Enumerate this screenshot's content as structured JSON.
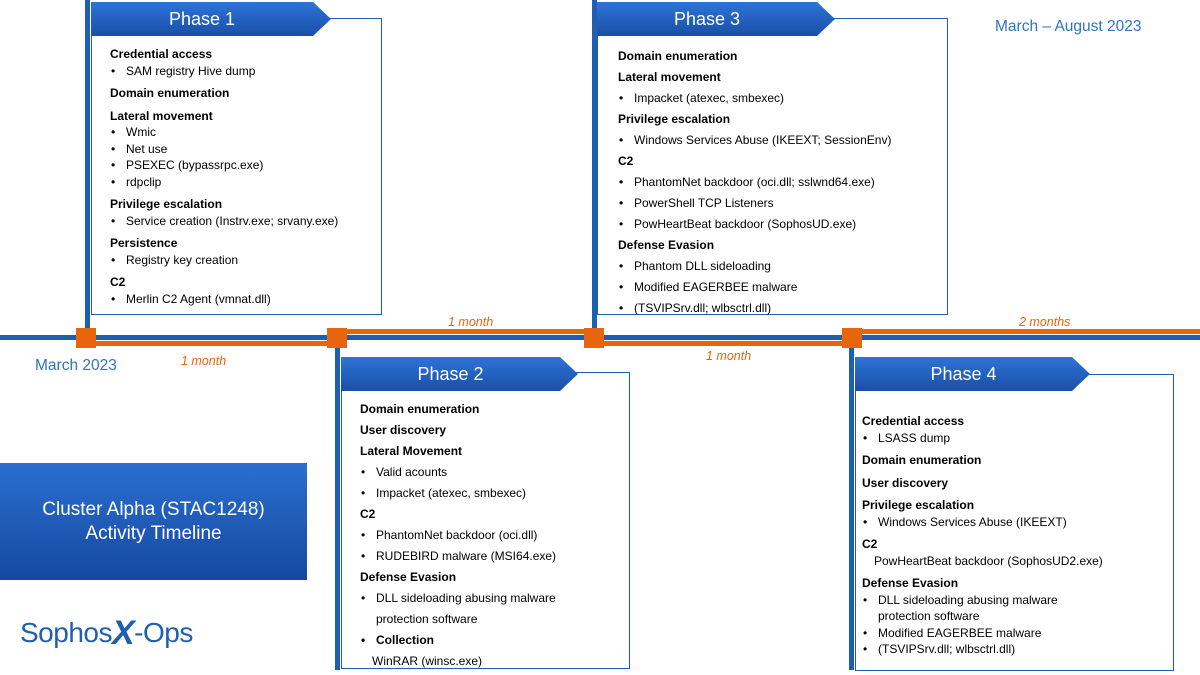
{
  "range_label": "March – August 2023",
  "start_label": "March 2023",
  "title": {
    "line1": "Cluster Alpha (STAC1248)",
    "line2": "Activity Timeline"
  },
  "logo": {
    "left": "Sophos",
    "x": "X",
    "right": "-Ops"
  },
  "durations": [
    "1 month",
    "1 month",
    "1 month",
    "2 months"
  ],
  "colors": {
    "blue": "#1f5fb0",
    "orange": "#e8650e",
    "date_blue": "#2e74c4"
  },
  "phases": [
    {
      "name": "Phase 1",
      "lines": [
        {
          "k": "h",
          "t": "Credential access"
        },
        {
          "k": "b",
          "t": "SAM registry Hive dump"
        },
        {
          "k": "h",
          "t": "Domain enumeration"
        },
        {
          "k": "h",
          "t": "Lateral movement"
        },
        {
          "k": "b",
          "t": "Wmic"
        },
        {
          "k": "b",
          "t": "Net use"
        },
        {
          "k": "b",
          "t": "PSEXEC (bypassrpc.exe)"
        },
        {
          "k": "b",
          "t": "rdpclip"
        },
        {
          "k": "h",
          "t": "Privilege escalation"
        },
        {
          "k": "b",
          "t": "Service creation (Instrv.exe; srvany.exe)"
        },
        {
          "k": "h",
          "t": "Persistence"
        },
        {
          "k": "b",
          "t": "Registry key creation"
        },
        {
          "k": "h",
          "t": "C2"
        },
        {
          "k": "b",
          "t": "Merlin C2 Agent (vmnat.dll)"
        }
      ]
    },
    {
      "name": "Phase 2",
      "lines": [
        {
          "k": "h",
          "t": "Domain enumeration"
        },
        {
          "k": "h",
          "t": "User discovery"
        },
        {
          "k": "h",
          "t": "Lateral Movement"
        },
        {
          "k": "b",
          "t": "Valid acounts"
        },
        {
          "k": "b",
          "t": "Impacket (atexec, smbexec)"
        },
        {
          "k": "h",
          "t": "C2"
        },
        {
          "k": "b",
          "t": "PhantomNet backdoor (oci.dll)"
        },
        {
          "k": "b",
          "t": "RUDEBIRD malware (MSI64.exe)"
        },
        {
          "k": "h",
          "t": "Defense Evasion"
        },
        {
          "k": "b",
          "t": "DLL sideloading abusing malware"
        },
        {
          "k": "c",
          "t": "protection  software"
        },
        {
          "k": "bh",
          "t": "Collection"
        },
        {
          "k": "p",
          "t": "WinRAR (winsc.exe)"
        }
      ]
    },
    {
      "name": "Phase 3",
      "lines": [
        {
          "k": "h",
          "t": "Domain enumeration"
        },
        {
          "k": "h",
          "t": "Lateral movement"
        },
        {
          "k": "b",
          "t": "Impacket (atexec, smbexec)"
        },
        {
          "k": "h",
          "t": "Privilege escalation"
        },
        {
          "k": "b",
          "t": "Windows Services Abuse (IKEEXT; SessionEnv)"
        },
        {
          "k": "h",
          "t": "C2"
        },
        {
          "k": "b",
          "t": "PhantomNet backdoor (oci.dll; sslwnd64.exe)"
        },
        {
          "k": "b",
          "t": "PowerShell TCP Listeners"
        },
        {
          "k": "b",
          "t": "PowHeartBeat backdoor (SophosUD.exe)"
        },
        {
          "k": "h",
          "t": "Defense Evasion"
        },
        {
          "k": "b",
          "t": "Phantom DLL sideloading"
        },
        {
          "k": "b",
          "t": "Modified EAGERBEE malware"
        },
        {
          "k": "b",
          "t": "(TSVIPSrv.dll; wlbsctrl.dll)"
        }
      ]
    },
    {
      "name": "Phase 4",
      "lines": [
        {
          "k": "h",
          "t": "Credential access"
        },
        {
          "k": "b",
          "t": "LSASS dump"
        },
        {
          "k": "h",
          "t": "Domain enumeration"
        },
        {
          "k": "h",
          "t": "User discovery"
        },
        {
          "k": "h",
          "t": "Privilege escalation"
        },
        {
          "k": "b",
          "t": "Windows Services Abuse (IKEEXT)"
        },
        {
          "k": "h",
          "t": "C2"
        },
        {
          "k": "p",
          "t": "PowHeartBeat backdoor (SophosUD2.exe)"
        },
        {
          "k": "h",
          "t": "Defense Evasion"
        },
        {
          "k": "b",
          "t": "DLL sideloading abusing malware"
        },
        {
          "k": "c",
          "t": "protection  software"
        },
        {
          "k": "b",
          "t": "Modified EAGERBEE malware"
        },
        {
          "k": "b",
          "t": "(TSVIPSrv.dll; wlbsctrl.dll)"
        }
      ]
    }
  ]
}
